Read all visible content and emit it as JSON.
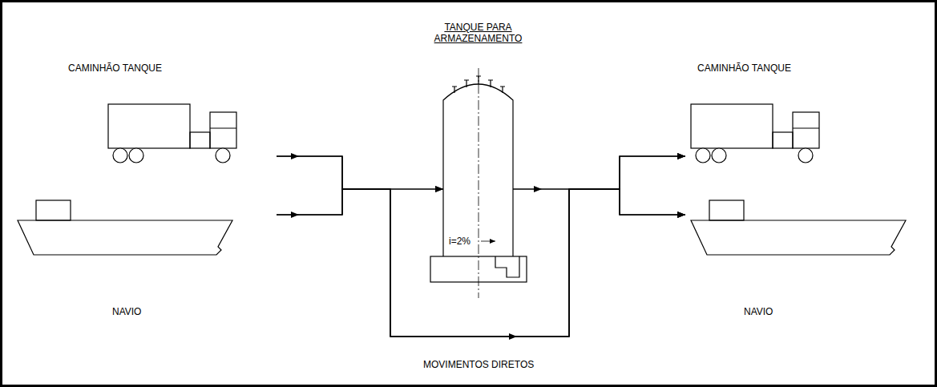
{
  "diagram": {
    "nodes": [
      {
        "text": [
          "CAMINHÃO TANQUE"
        ]
      },
      {
        "text": [
          "NAVIO"
        ]
      },
      {
        "text": [
          "TANQUE PARA ARMAZENAMENTO",
          "i=2%"
        ]
      },
      {
        "text": [
          "CAMINHÃO TANQUE"
        ]
      },
      {
        "text": [
          "NAVIO"
        ]
      }
    ],
    "edges": [
      {
        "from": 0,
        "to": 2,
        "arrow": "to"
      },
      {
        "from": 1,
        "to": 2,
        "arrow": "to"
      },
      {
        "from": 2,
        "to": 3,
        "arrow": "to"
      },
      {
        "from": 2,
        "to": 4,
        "arrow": "to"
      },
      {
        "from": 0,
        "to": 3,
        "arrow": "to"
      },
      {
        "from": 0,
        "to": 4,
        "arrow": "to"
      },
      {
        "from": 1,
        "to": 3,
        "arrow": "to"
      },
      {
        "from": 1,
        "to": 4,
        "arrow": "to"
      }
    ],
    "labels": [
      "MOVIMENTOS DIRETOS"
    ]
  }
}
